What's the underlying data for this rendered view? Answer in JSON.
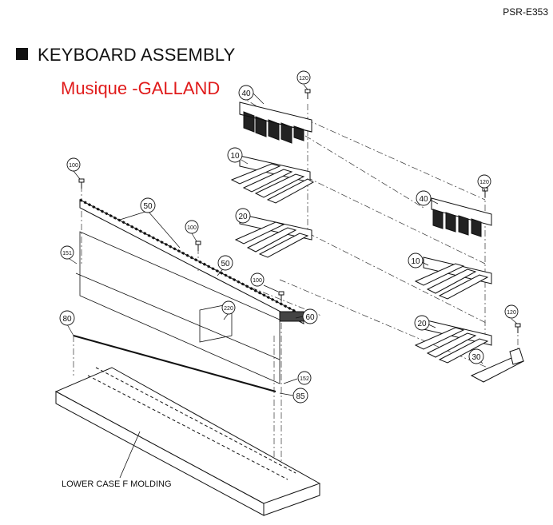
{
  "header": {
    "model": "PSR-E353",
    "section_title": "KEYBOARD ASSEMBLY"
  },
  "watermark": {
    "text": "Musique -GALLAND",
    "color": "#e01b1b"
  },
  "labels": {
    "lower_case": "LOWER CASE F MOLDING"
  },
  "callouts": [
    {
      "id": "c120a",
      "text": "120",
      "small": true
    },
    {
      "id": "c40a",
      "text": "40",
      "small": false
    },
    {
      "id": "c10a",
      "text": "10",
      "small": false
    },
    {
      "id": "c20a",
      "text": "20",
      "small": false
    },
    {
      "id": "c120b",
      "text": "120",
      "small": true
    },
    {
      "id": "c40b",
      "text": "40",
      "small": false
    },
    {
      "id": "c10b",
      "text": "10",
      "small": false
    },
    {
      "id": "c20b",
      "text": "20",
      "small": false
    },
    {
      "id": "c120c",
      "text": "120",
      "small": true
    },
    {
      "id": "c30",
      "text": "30",
      "small": false
    },
    {
      "id": "c100a",
      "text": "100",
      "small": true
    },
    {
      "id": "c50a",
      "text": "50",
      "small": false
    },
    {
      "id": "c100b",
      "text": "100",
      "small": true
    },
    {
      "id": "c151",
      "text": "151",
      "small": true
    },
    {
      "id": "c50b",
      "text": "50",
      "small": false
    },
    {
      "id": "c100c",
      "text": "100",
      "small": true
    },
    {
      "id": "c220",
      "text": "220",
      "small": true
    },
    {
      "id": "c60",
      "text": "60",
      "small": false
    },
    {
      "id": "c80",
      "text": "80",
      "small": false
    },
    {
      "id": "c152",
      "text": "152",
      "small": true
    },
    {
      "id": "c85",
      "text": "85",
      "small": false
    }
  ]
}
